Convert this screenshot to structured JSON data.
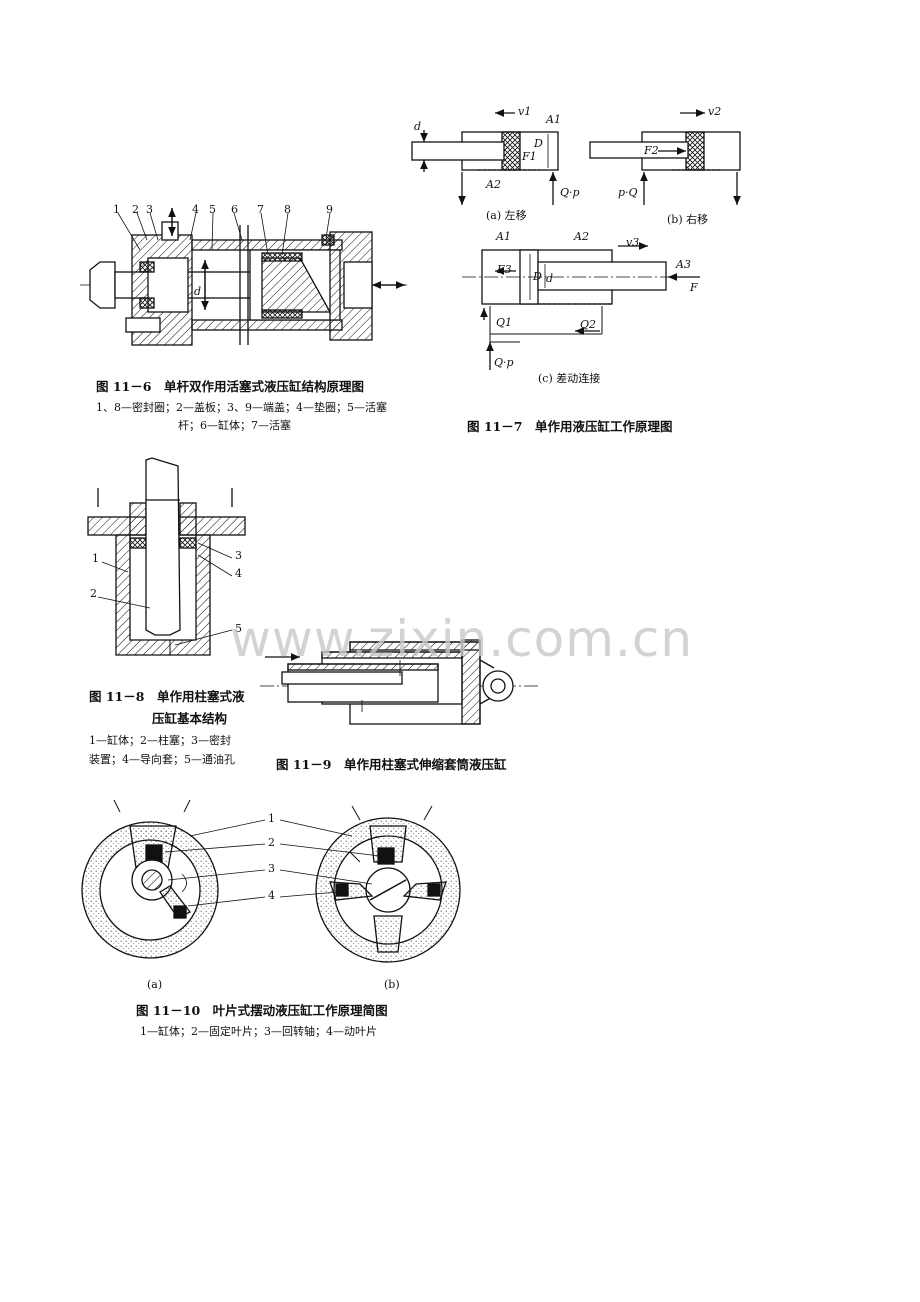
{
  "fig_11_6": {
    "caption": "图 11－6　单杆双作用活塞式液压缸结构原理图",
    "legend_line1": "1、8—密封圈；2—盖板；3、9—端盖；4—垫圈；5—活塞",
    "legend_line2": "杆；6—缸体；7—活塞",
    "callouts": [
      "1",
      "2",
      "3",
      "4",
      "5",
      "6",
      "7",
      "8",
      "9"
    ],
    "dim_d": "d"
  },
  "fig_11_7": {
    "caption": "图 11－7　单作用液压缸工作原理图",
    "sub_a": "(a) 左移",
    "sub_b": "(b) 右移",
    "sub_c": "(c) 差动连接",
    "labels": {
      "v1": "v1",
      "v2": "v2",
      "v3": "v3",
      "A1": "A1",
      "A2": "A2",
      "A3": "A3",
      "F1": "F1",
      "F2": "F2",
      "F3": "F3",
      "F": "F",
      "D": "D",
      "d": "d",
      "Qp": "Q·p",
      "pQ": "p·Q",
      "Q1": "Q1",
      "Q2": "Q2"
    }
  },
  "fig_11_8": {
    "caption_line1": "图 11－8　单作用柱塞式液",
    "caption_line2": "压缸基本结构",
    "legend_line1": "1—缸体；2—柱塞；3—密封",
    "legend_line2": "装置；4—导向套；5—通油孔",
    "callouts": [
      "1",
      "2",
      "3",
      "4",
      "5"
    ]
  },
  "fig_11_9": {
    "caption": "图 11－9　单作用柱塞式伸缩套筒液压缸"
  },
  "fig_11_10": {
    "caption": "图 11－10　叶片式摆动液压缸工作原理简图",
    "legend": "1—缸体；2—固定叶片；3—回转轴；4—动叶片",
    "sub_a": "(a)",
    "sub_b": "(b)",
    "callouts": [
      "1",
      "2",
      "3",
      "4"
    ]
  },
  "watermark": "www.zixin.com.cn"
}
